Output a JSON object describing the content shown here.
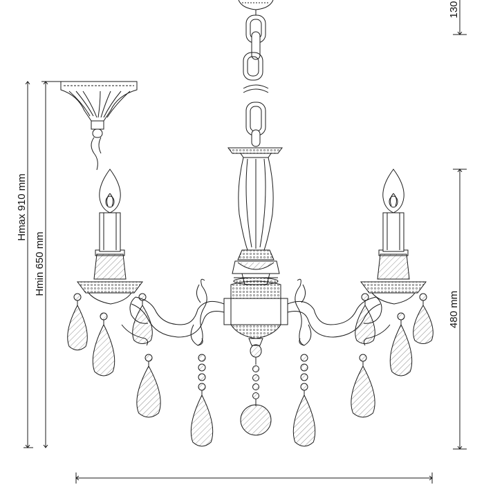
{
  "dimensions": {
    "hmax": "Hmax 910 mm",
    "hmin": "Hmin 650 mm",
    "drop": "480 mm",
    "canopy": "130"
  },
  "colors": {
    "line": "#1a1a1a",
    "fill": "#ffffff",
    "shade": "#d8d8d8"
  }
}
